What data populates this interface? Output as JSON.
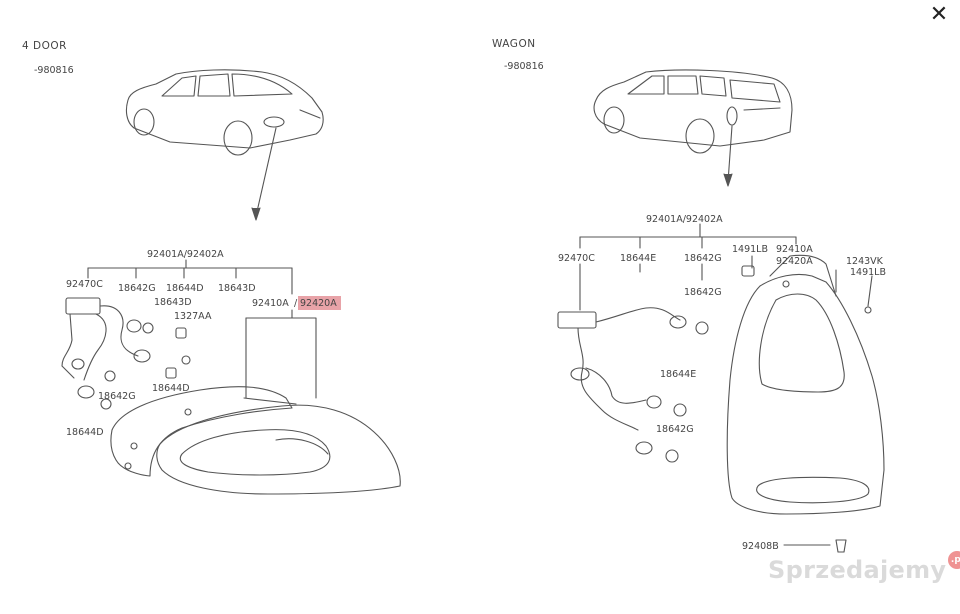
{
  "close_icon": "close-icon",
  "left": {
    "title": "4  DOOR",
    "serial": "-980816",
    "labels": {
      "assembly": "92401A/92402A",
      "c92470": "92470C",
      "g18642": "18642G",
      "d18644_a": "18644D",
      "d18643_a": "18643D",
      "d18643_b": "18643D",
      "aa1327": "1327AA",
      "a92410": "92410A",
      "a92420": "92420A",
      "d18644_b": "18644D",
      "g18642_b": "18642G",
      "d18644_c": "18644D"
    }
  },
  "right": {
    "title": "WAGON",
    "serial": "-980816",
    "labels": {
      "assembly": "92401A/92402A",
      "c92470": "92470C",
      "e18644": "18644E",
      "g18642": "18642G",
      "lb1491": "1491LB",
      "a92410": "92410A",
      "a92420": "92420A",
      "vk1243": "1243VK",
      "lb1491_b": "1491LB",
      "g18642_b": "18642G",
      "e18644_b": "18644E",
      "g18642_c": "18642G",
      "b92408": "92408B"
    }
  },
  "watermark": {
    "text": "Sprzedajemy",
    "badge": ".pl"
  },
  "colors": {
    "highlight": "#e8a3a8",
    "line": "#555555"
  }
}
